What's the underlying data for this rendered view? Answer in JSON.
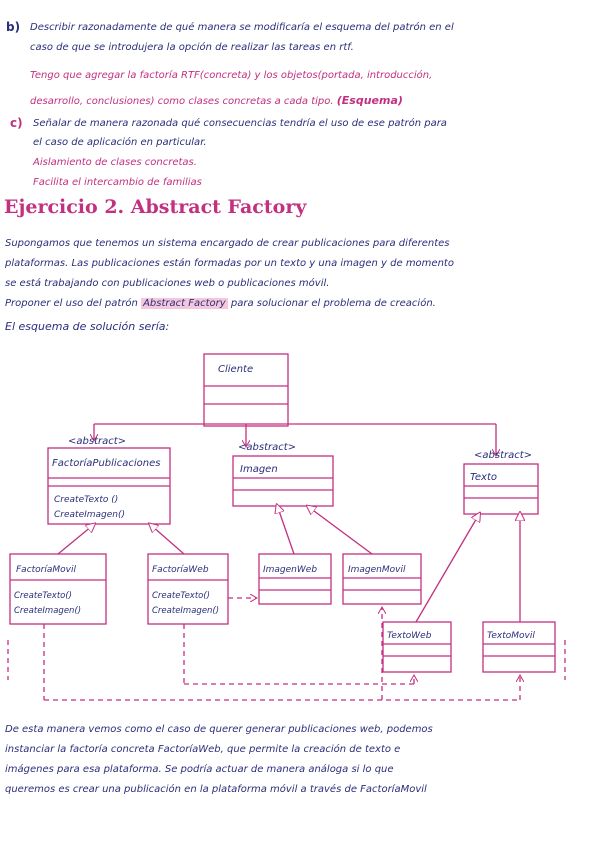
{
  "section_b": {
    "marker": "b)",
    "line1": "Describir razonadamente de qué manera se modificaría el esquema del patrón en el",
    "line2": "caso de que se introdujera la opción de realizar las tareas en rtf.",
    "answer1": "Tengo que agregar la factoría RTF(concreta) y los objetos(portada, introducción,",
    "answer2": "desarrollo, conclusiones) como clases concretas a cada tipo.",
    "answer2_tag": "(Esquema)"
  },
  "section_c": {
    "marker": "c)",
    "line1": "Señalar de manera razonada qué consecuencias tendría el uso de ese patrón para",
    "line2": "el caso de aplicación en particular.",
    "answer1": "Aislamiento de clases concretas.",
    "answer2": "Facilita el intercambio de familias"
  },
  "exercise": {
    "title": "Ejercicio 2. Abstract Factory",
    "intro1": "Supongamos que tenemos un sistema encargado de crear publicaciones para diferentes",
    "intro2": "plataformas. Las publicaciones están formadas por un texto y una imagen y de momento",
    "intro3": "se está trabajando con publicaciones web o publicaciones móvil.",
    "propose_before": "Proponer el uso del patrón ",
    "propose_highlight": "Abstract Factory",
    "propose_after": " para solucionar el problema de creación.",
    "scheme": "El esquema de solución sería:"
  },
  "diagram": {
    "client": "Cliente",
    "stereotype": "<abstract>",
    "factory_abstract": "FactoríaPublicaciones",
    "factory_method1": "CreateTexto ()",
    "factory_method2": "CreateImagen()",
    "image_abstract": "Imagen",
    "text_abstract": "Texto",
    "factory_mobile": "FactoríaMovil",
    "factory_mobile_m1": "CreateTexto()",
    "factory_mobile_m2": "CreateImagen()",
    "factory_web": "FactoríaWeb",
    "factory_web_m1": "CreateTexto()",
    "factory_web_m2": "CreateImagen()",
    "image_web": "ImagenWeb",
    "image_mobile": "ImagenMovil",
    "text_web": "TextoWeb",
    "text_mobile": "TextoMovil",
    "colors": {
      "diagram": "#c2307f",
      "text": "#2b2f7a"
    }
  },
  "conclusion": {
    "line1": "De esta manera vemos como el caso de querer generar publicaciones web, podemos",
    "line2": "instanciar la factoría concreta FactoríaWeb, que permite la creación de texto e",
    "line3": "imágenes para esa plataforma. Se podría actuar de manera análoga si lo que",
    "line4": "queremos es crear una publicación en la plataforma móvil a través de FactoríaMovil"
  }
}
